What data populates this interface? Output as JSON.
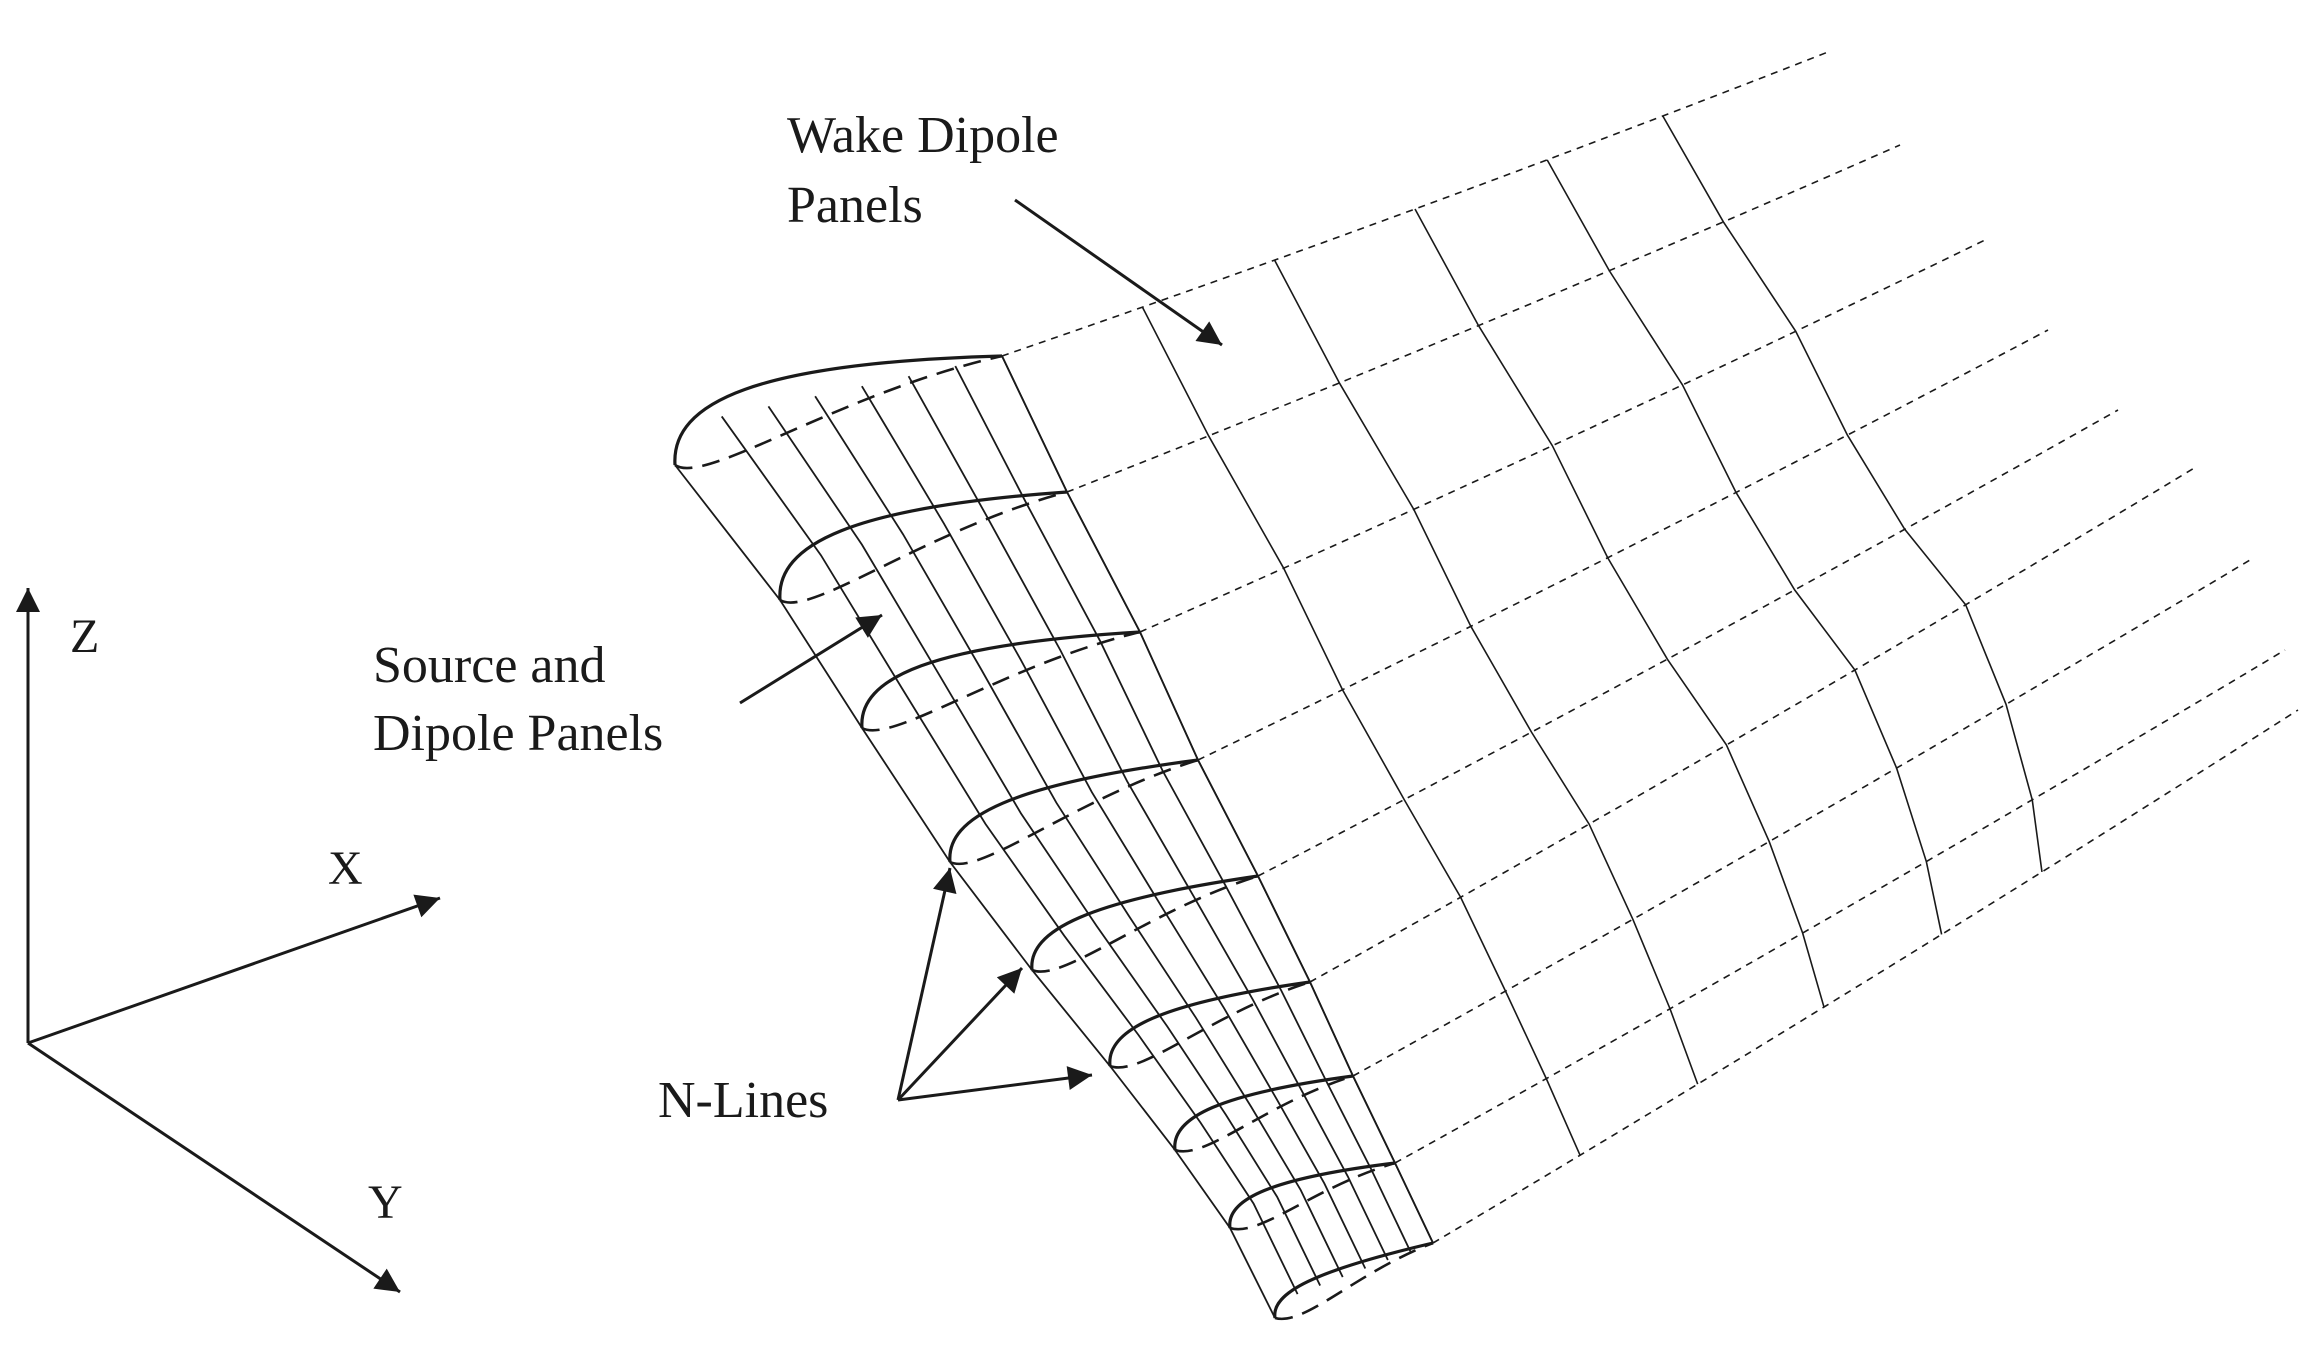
{
  "labels": {
    "wake_line1": "Wake Dipole",
    "wake_line2": "Panels",
    "source_line1": "Source and",
    "source_line2": "Dipole Panels",
    "nlines": "N-Lines"
  },
  "axes": {
    "z": "Z",
    "x": "X",
    "y": "Y"
  },
  "colors": {
    "ink": "#1a1a1a",
    "background": "#ffffff"
  }
}
